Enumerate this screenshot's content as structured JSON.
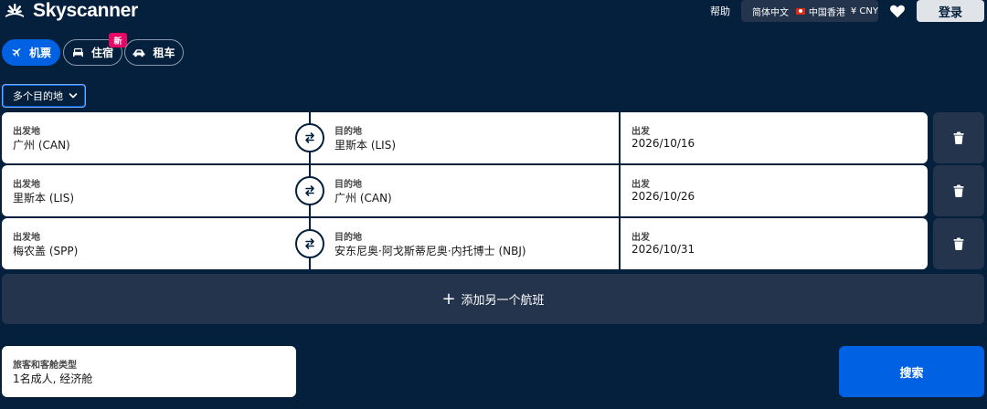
{
  "header": {
    "logo_text": "Skyscanner",
    "help_label": "帮助",
    "language": "简体中文",
    "region": "中国香港",
    "currency": "¥ CNY",
    "login_label": "登录"
  },
  "tabs": [
    {
      "label": "机票",
      "icon": "plane-icon",
      "active": true
    },
    {
      "label": "住宿",
      "icon": "bed-icon",
      "active": false,
      "badge": "新"
    },
    {
      "label": "租车",
      "icon": "car-icon",
      "active": false
    }
  ],
  "trip_type": {
    "selected": "多个目的地"
  },
  "legs": [
    {
      "origin_label": "出发地",
      "origin": "广州 (CAN)",
      "destination_label": "目的地",
      "destination": "里斯本 (LIS)",
      "date_label": "出发",
      "date": "2026/10/16"
    },
    {
      "origin_label": "出发地",
      "origin": "里斯本 (LIS)",
      "destination_label": "目的地",
      "destination": "广州 (CAN)",
      "date_label": "出发",
      "date": "2026/10/26"
    },
    {
      "origin_label": "出发地",
      "origin": "梅农盖 (SPP)",
      "destination_label": "目的地",
      "destination": "安东尼奥·阿戈斯蒂尼奥·内托博士 (NBJ)",
      "date_label": "出发",
      "date": "2026/10/31"
    }
  ],
  "add_flight_label": "添加另一个航班",
  "travellers": {
    "label": "旅客和客舱类型",
    "value": "1名成人, 经济舱"
  },
  "search_label": "搜索",
  "colors": {
    "background": "#05203c",
    "accent": "#0062e3",
    "panel": "#24344d",
    "badge": "#e70866"
  }
}
